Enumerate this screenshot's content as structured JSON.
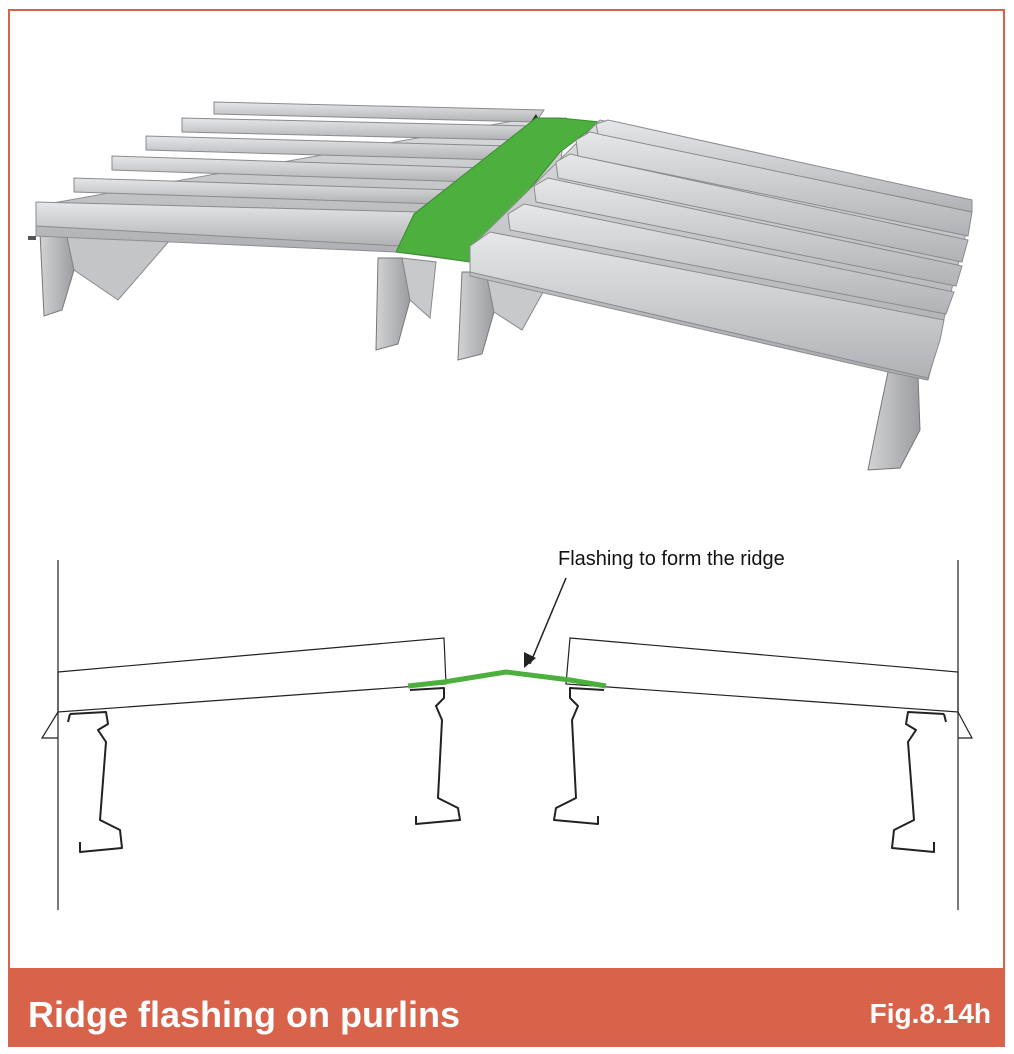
{
  "callout": {
    "text": "Flashing to form the ridge"
  },
  "caption": {
    "title": "Ridge flashing on purlins",
    "figure": "Fig.8.14h"
  },
  "colors": {
    "accent": "#d9624a",
    "flashing": "#4caf3e",
    "sheet": "#c9cacc",
    "purlin": "#b9babc"
  }
}
